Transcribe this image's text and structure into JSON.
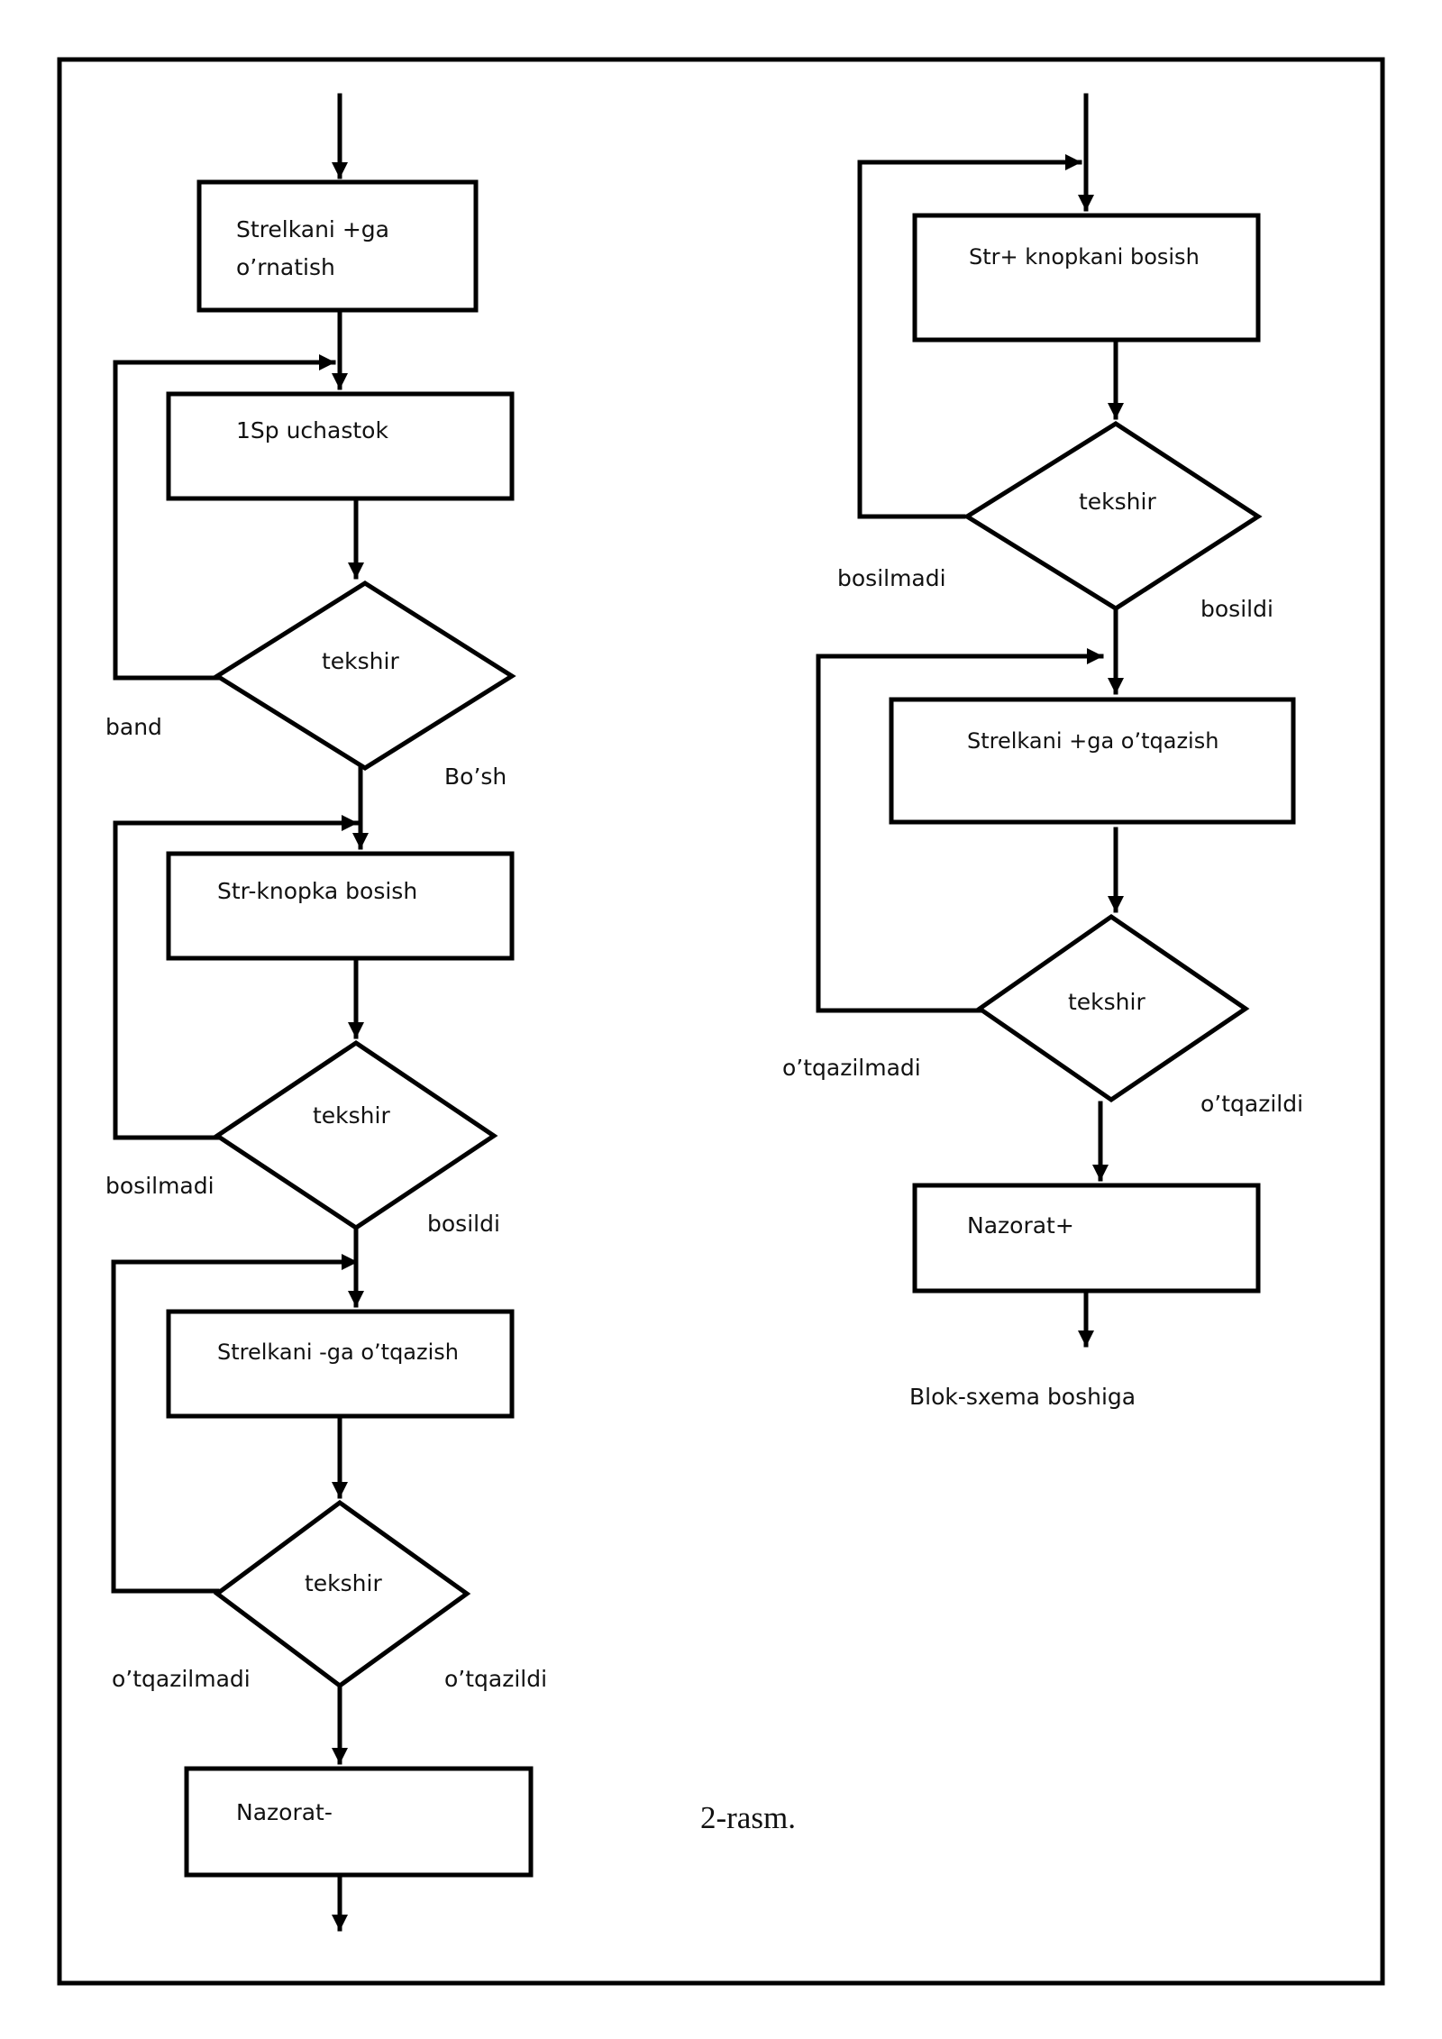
{
  "left_column": {
    "box_strelka_plus_line1": "Strelkani +ga",
    "box_strelka_plus_line2": "o’rnatish",
    "box_1sp": "1Sp uchastok",
    "dec1": "tekshir",
    "dec1_no": "band",
    "dec1_yes": "Bo’sh",
    "box_str_knopka": "Str-knopka bosish",
    "dec2": "tekshir",
    "dec2_no": "bosilmadi",
    "dec2_yes": "bosildi",
    "box_strelka_minus": "Strelkani -ga o’tqazish",
    "dec3": "tekshir",
    "dec3_no": "o’tqazilmadi",
    "dec3_yes": "o’tqazildi",
    "box_nazorat_minus": "Nazorat-"
  },
  "right_column": {
    "box_str_plus": "Str+ knopkani bosish",
    "dec1": "tekshir",
    "dec1_no": "bosilmadi",
    "dec1_yes": "bosildi",
    "box_strelka_plus": "Strelkani +ga o’tqazish",
    "dec2": "tekshir",
    "dec2_no": "o’tqazilmadi",
    "dec2_yes": "o’tqazildi",
    "box_nazorat_plus": "Nazorat+",
    "end_label": "Blok-sxema boshiga"
  },
  "caption": "2-rasm."
}
